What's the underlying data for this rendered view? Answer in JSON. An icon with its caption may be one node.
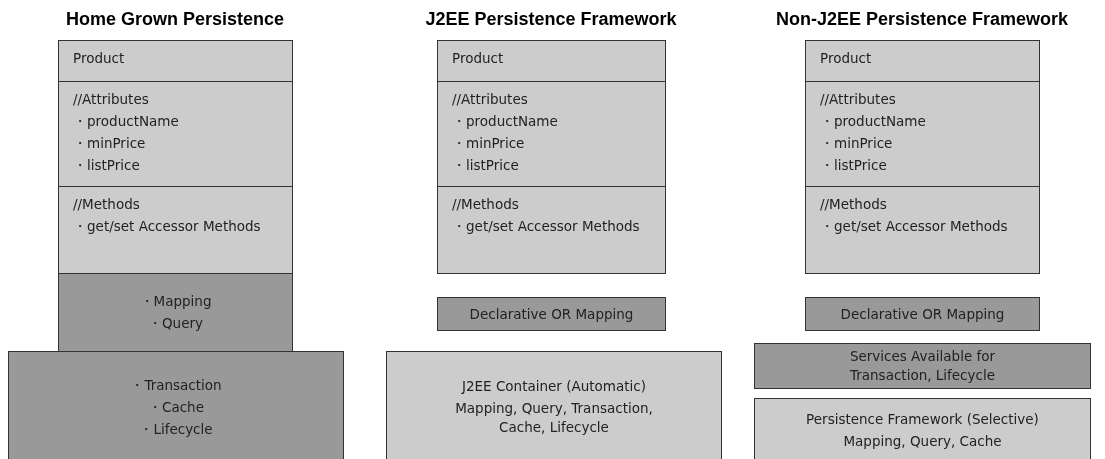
{
  "diagram": {
    "nodes": [
      {
        "text": [
          "Product"
        ]
      },
      {
        "text": [
          "//Attributes",
          "・productName",
          "・minPrice",
          "・listPrice"
        ]
      },
      {
        "text": [
          "//Methods",
          "・get/set Accessor Methods"
        ]
      },
      {
        "text": [
          "・Mapping",
          "・Query"
        ]
      },
      {
        "text": [
          "・Transaction",
          "・Cache",
          "・Lifecycle"
        ]
      },
      {
        "text": [
          "Product"
        ]
      },
      {
        "text": [
          "//Attributes",
          "・productName",
          "・minPrice",
          "・listPrice"
        ]
      },
      {
        "text": [
          "//Methods",
          "・get/set Accessor Methods"
        ]
      },
      {
        "text": [
          "Declarative OR Mapping"
        ]
      },
      {
        "text": [
          "J2EE Container (Automatic)",
          "Mapping, Query, Transaction, Cache, Lifecycle"
        ]
      },
      {
        "text": [
          "Product"
        ]
      },
      {
        "text": [
          "//Attributes",
          "・productName",
          "・minPrice",
          "・listPrice"
        ]
      },
      {
        "text": [
          "//Methods",
          "・get/set Accessor Methods"
        ]
      },
      {
        "text": [
          "Declarative OR Mapping"
        ]
      },
      {
        "text": [
          "Services Available for Transaction, Lifecycle"
        ]
      },
      {
        "text": [
          "Persistence Framework (Selective)",
          "Mapping, Query, Cache"
        ]
      }
    ],
    "labels": [
      "Home Grown Persistence",
      "J2EE Persistence Framework",
      "Non-J2EE Persistence Framework"
    ]
  }
}
